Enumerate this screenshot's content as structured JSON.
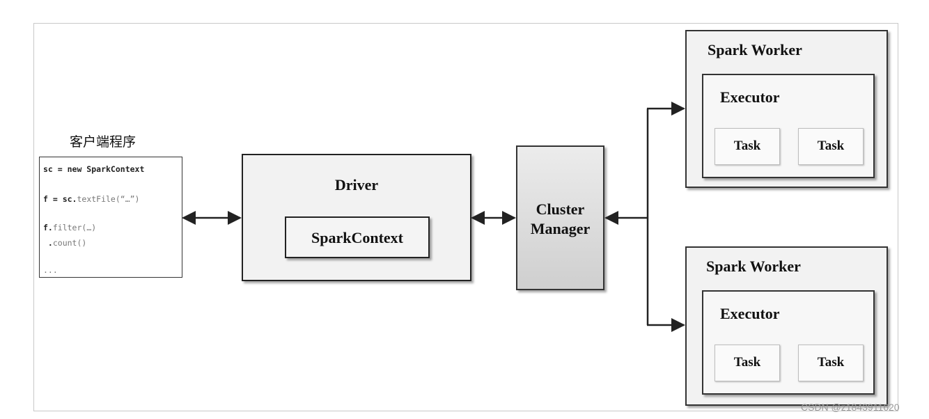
{
  "client": {
    "title": "客户端程序",
    "code_lines": [
      {
        "main": "sc = new SparkContext",
        "dim": ""
      },
      {
        "main": "f = sc.",
        "dim": "textFile(“…”)"
      },
      {
        "main": "f.",
        "dim": "filter(…)"
      },
      {
        "main": " .",
        "dim": "count()"
      },
      {
        "main": "",
        "dim": "..."
      }
    ]
  },
  "driver": {
    "label": "Driver",
    "context_label": "SparkContext"
  },
  "cluster_manager": {
    "line1": "Cluster",
    "line2": "Manager"
  },
  "workers": [
    {
      "label": "Spark Worker",
      "executor_label": "Executor",
      "tasks": [
        "Task",
        "Task"
      ]
    },
    {
      "label": "Spark Worker",
      "executor_label": "Executor",
      "tasks": [
        "Task",
        "Task"
      ]
    }
  ],
  "watermark": "CSDN @z1843911620",
  "colors": {
    "line": "#222222",
    "box_fill": "#f2f2f2",
    "manager_fill_top": "#ececec",
    "manager_fill_bottom": "#cfcfcf"
  }
}
